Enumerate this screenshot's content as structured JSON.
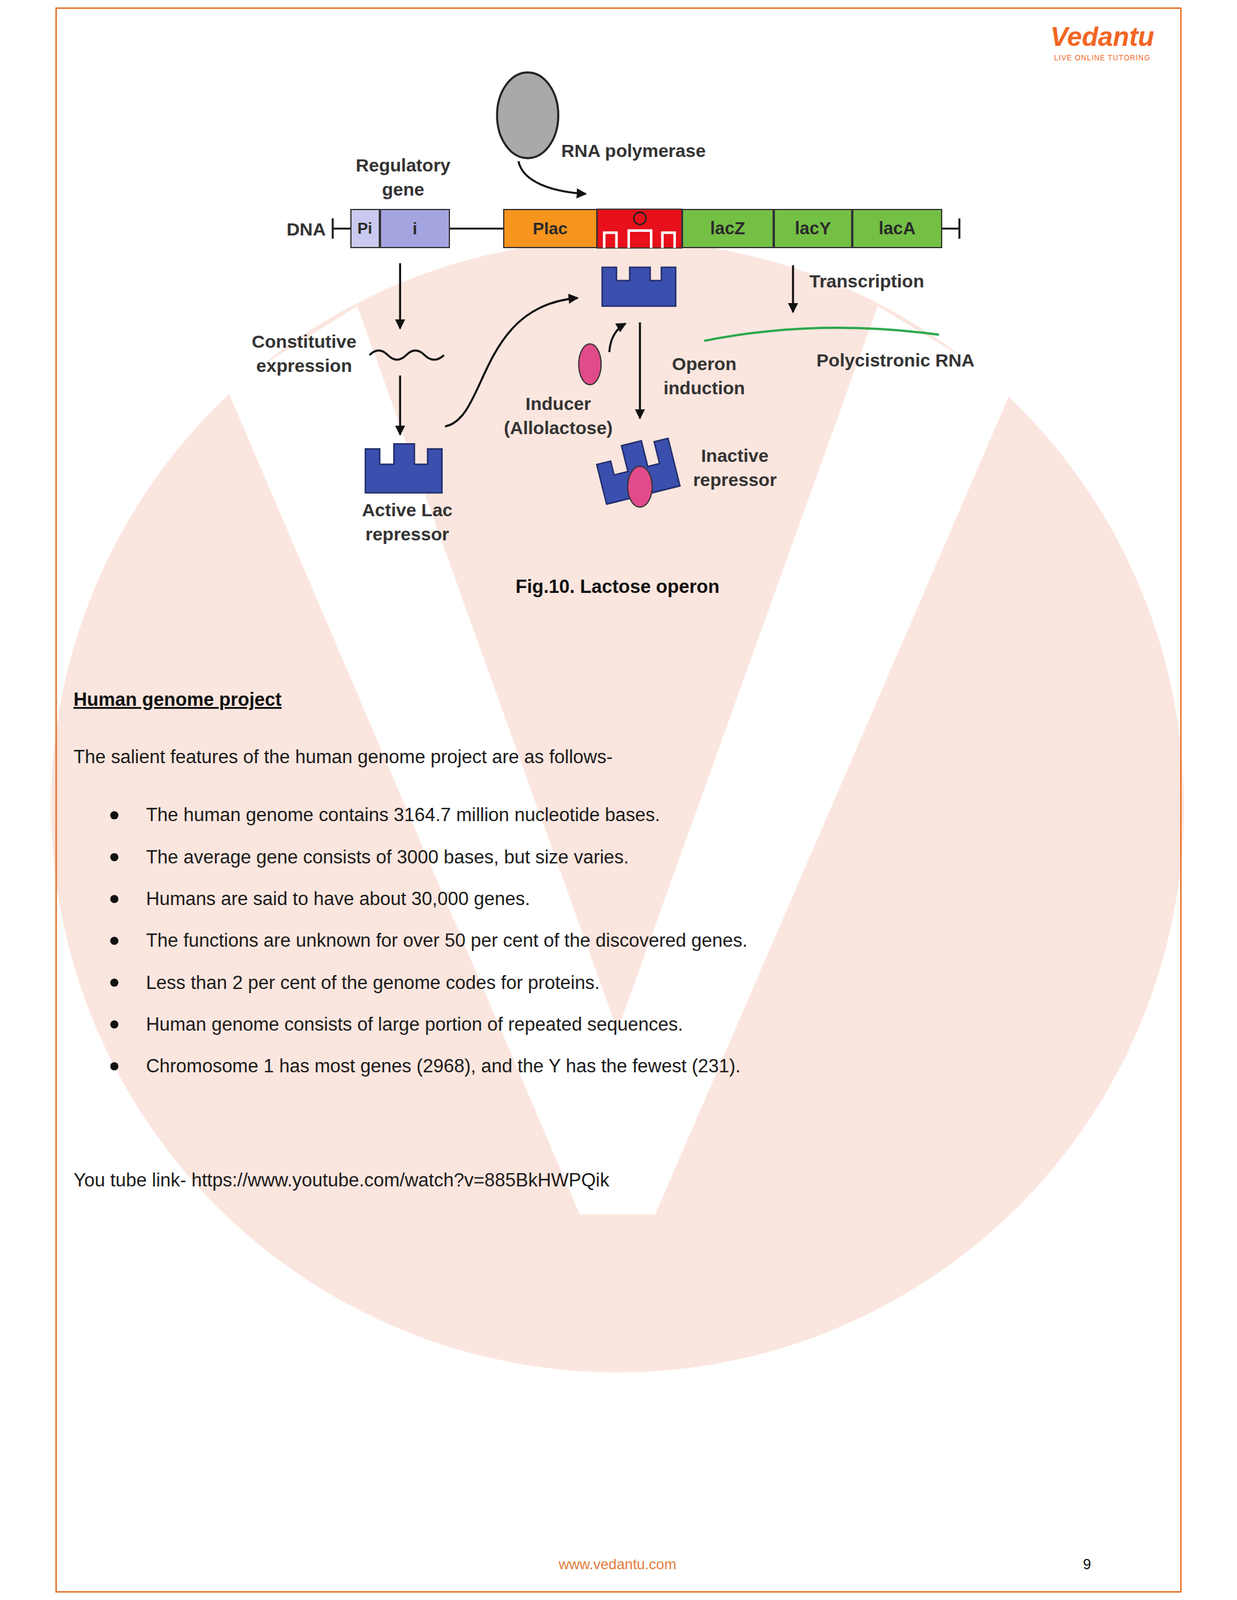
{
  "diagram": {
    "title": "Human genome project",
    "caption": "Fig.10. Lactose operon",
    "nodes": [
      {
        "text": [
          "Pi"
        ]
      },
      {
        "text": [
          "i"
        ]
      },
      {
        "text": [
          "Plac"
        ]
      },
      {
        "text": [
          "lacZ"
        ]
      },
      {
        "text": [
          "lacY"
        ]
      },
      {
        "text": [
          "lacA"
        ]
      }
    ],
    "labels": [
      "Vedantu",
      "LIVE ONLINE TUTORING",
      "RNA polymerase",
      "Regulatory gene",
      "DNA",
      "Transcription",
      "Constitutive expression",
      "Polycistronic RNA",
      "Operon induction",
      "Inducer (Allolactose)",
      "Inactive repressor",
      "Active Lac repressor",
      "The salient features of the human genome project are as follows-",
      "The human genome contains 3164.7 million nucleotide bases.",
      "The average gene consists of 3000 bases, but size varies.",
      "Humans are said to have about 30,000 genes.",
      "The functions are unknown for over 50 per cent of the discovered genes.",
      "Less than 2 per cent of the genome codes for proteins.",
      "Human genome consists of large portion of repeated sequences.",
      "Chromosome 1 has most genes (2968), and the Y has the fewest (231).",
      "You tube link- https://www.youtube.com/watch?v=885BkHWPQik",
      "www.vedantu.com",
      "9"
    ]
  }
}
